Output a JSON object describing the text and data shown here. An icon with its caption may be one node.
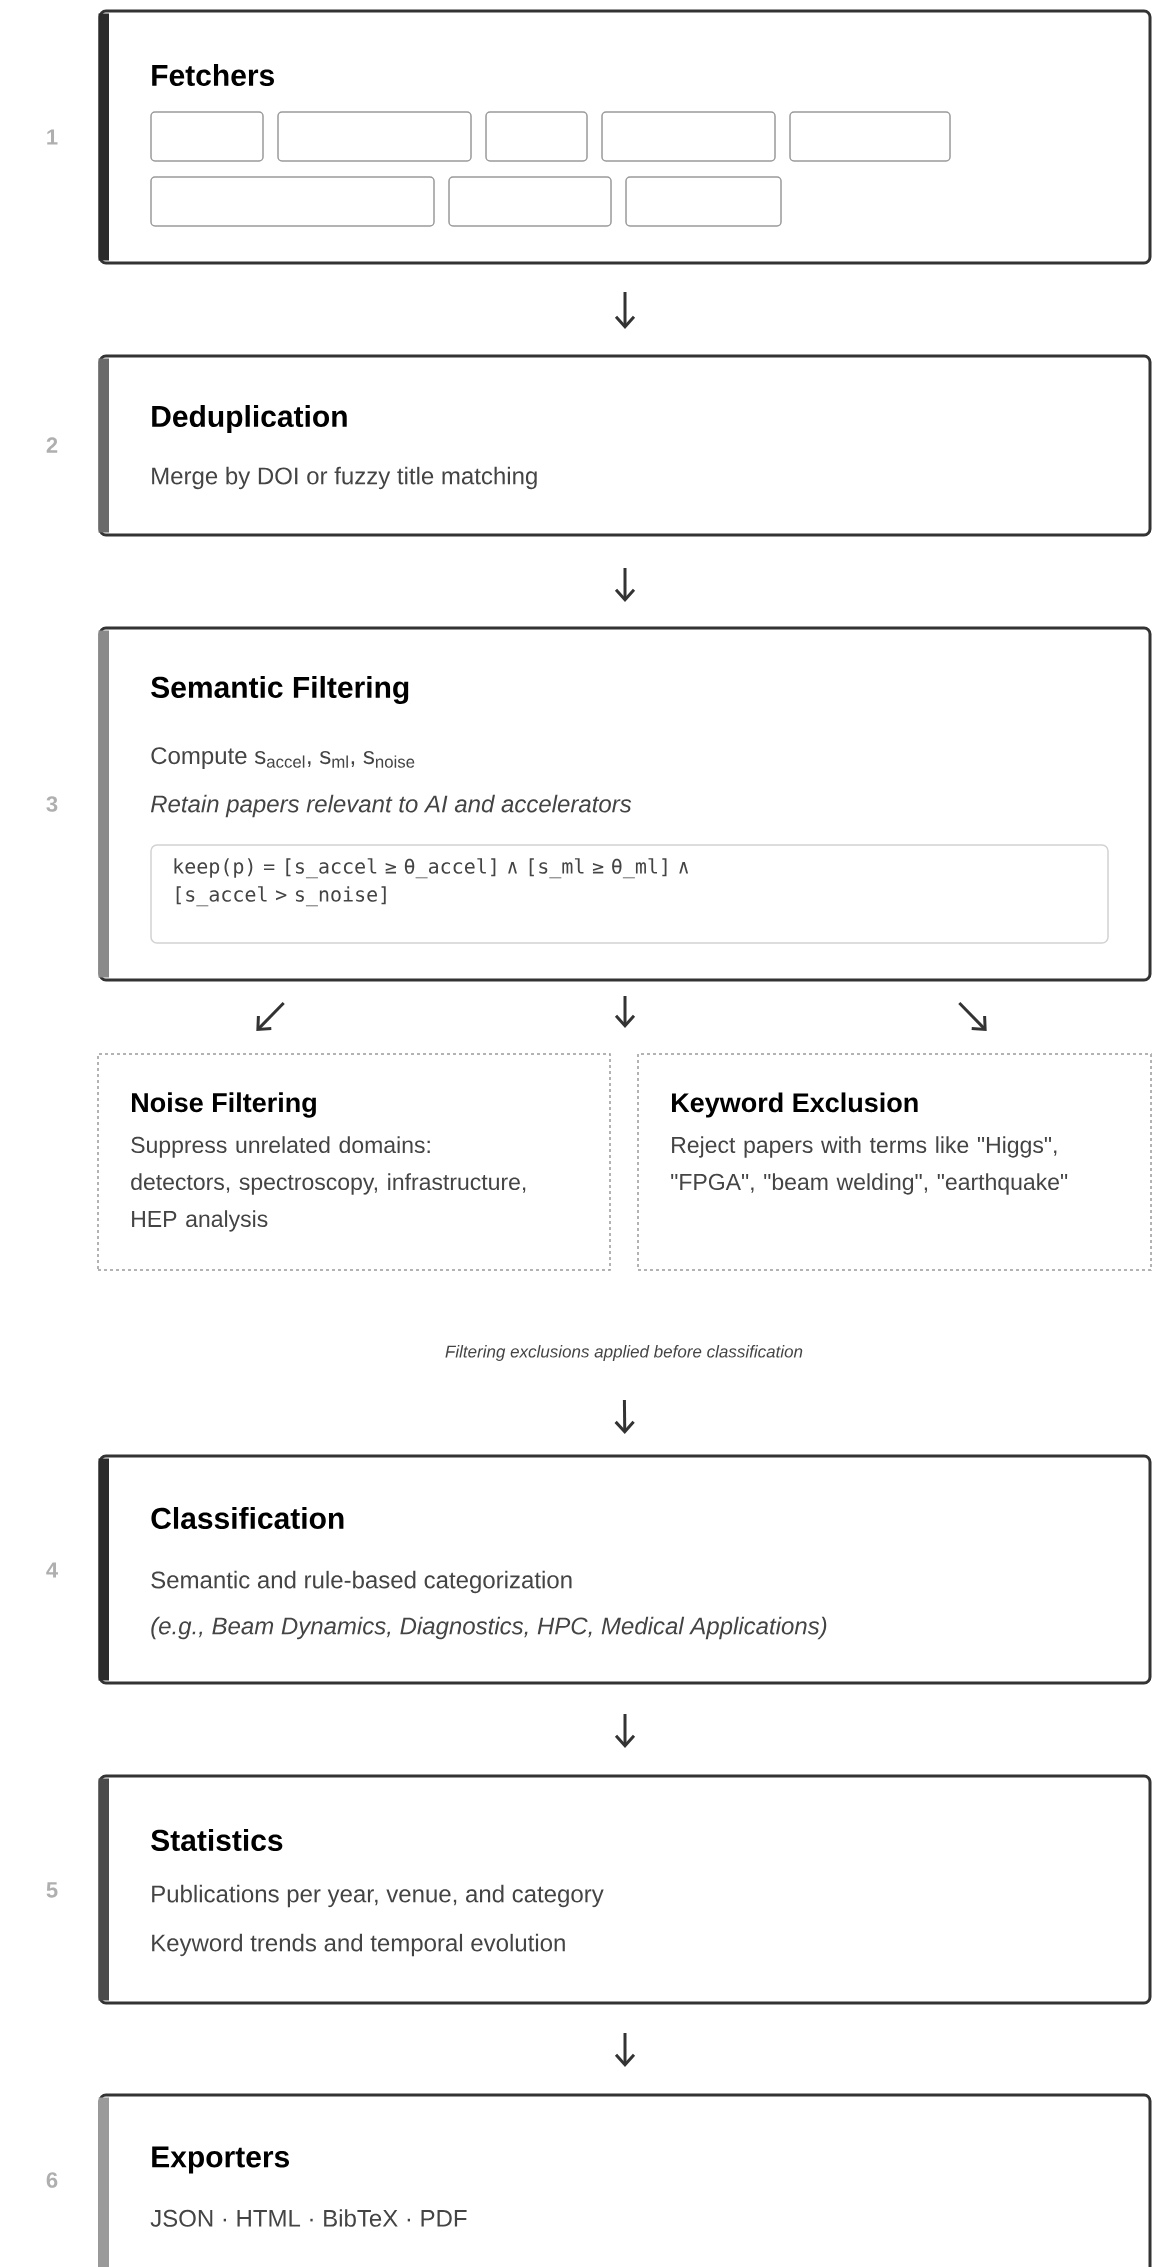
{
  "diagram": {
    "nodes": [
      {
        "text": [
          "Fetchers"
        ],
        "beside": [
          "1"
        ]
      },
      {
        "text": [],
        "shape": "box",
        "in": 0
      },
      {
        "text": [],
        "shape": "box",
        "in": 0
      },
      {
        "text": [],
        "shape": "box",
        "in": 0
      },
      {
        "text": [],
        "shape": "box",
        "in": 0
      },
      {
        "text": [],
        "shape": "box",
        "in": 0
      },
      {
        "text": [],
        "shape": "box",
        "in": 0
      },
      {
        "text": [],
        "shape": "box",
        "in": 0
      },
      {
        "text": [],
        "shape": "box",
        "in": 0
      },
      {
        "text": [
          "Deduplication",
          "Merge by DOI or fuzzy title matching"
        ],
        "beside": [
          "2"
        ]
      },
      {
        "text": [
          "Semantic Filtering",
          "Compute s$_{accel}$, s$_{ml}$, s$_{noise}$",
          "Retain papers relevant to AI and accelerators"
        ],
        "beside": [
          "3"
        ]
      },
      {
        "text": [
          "keep(p) = [s_accel ≥ θ_accel] ∧ [s_ml ≥ θ_ml] ∧ [s_accel > s_noise]"
        ],
        "in": 10
      },
      {
        "text": [
          "Noise Filtering",
          "Suppress unrelated domains: detectors, spectroscopy, infrastructure, HEP analysis"
        ]
      },
      {
        "text": [
          "Keyword Exclusion",
          "Reject papers with terms like \"Higgs\", \"FPGA\", \"beam welding\", \"earthquake\""
        ]
      },
      {
        "text": [
          "Filtering exclusions applied before classification"
        ]
      },
      {
        "text": [
          "Classification",
          "Semantic and rule-based categorization",
          "(e.g., Beam Dynamics, Diagnostics, HPC, Medical Applications)"
        ],
        "beside": [
          "4"
        ]
      },
      {
        "text": [
          "Statistics",
          "Publications per year, venue, and category",
          "Keyword trends and temporal evolution"
        ],
        "beside": [
          "5"
        ]
      },
      {
        "text": [
          "Exporters",
          "JSON · HTML · BibTeX · PDF"
        ],
        "beside": [
          "6"
        ]
      }
    ],
    "edges": [
      {
        "from": 0,
        "to": 9,
        "arrow": "to"
      },
      {
        "from": 9,
        "to": 10,
        "arrow": "to"
      },
      {
        "from": 10,
        "to": 12,
        "arrow": "to"
      },
      {
        "from": 10,
        "to": null,
        "arrow": "to"
      },
      {
        "from": 10,
        "to": 13,
        "arrow": "to"
      },
      {
        "from": 14,
        "to": 15,
        "arrow": "to"
      },
      {
        "from": 15,
        "to": 16,
        "arrow": "to"
      },
      {
        "from": 16,
        "to": 17,
        "arrow": "to"
      }
    ]
  }
}
